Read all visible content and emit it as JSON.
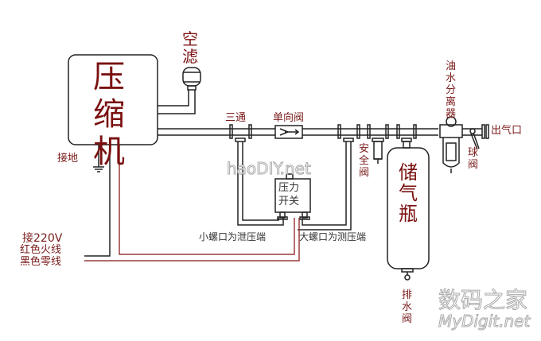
{
  "colors": {
    "line": "#222222",
    "wire_red": "#9b3a3a",
    "label": "#7a1a1a"
  },
  "labels": {
    "compressor": "压缩机",
    "air_filter": "空滤",
    "ground": "接地",
    "tee": "三通",
    "check_valve": "单向阀",
    "safety_valve": "安全阀",
    "pressure_switch_line1": "压力",
    "pressure_switch_line2": "开关",
    "tank": "储气瓶",
    "oil_water_separator": "油水分离器",
    "ball_valve": "球阀",
    "air_outlet": "出气口",
    "drain_valve": "排水阀",
    "small_port_note": "小螺口为泄压端",
    "big_port_note": "大螺口为测压端",
    "power_title": "接220V",
    "power_red": "红色火线",
    "power_black": "黑色零线"
  },
  "watermarks": {
    "haodiy": "haoDIY.net",
    "mydigit_cn": "数码之家",
    "mydigit_en": "MyDigit.net"
  }
}
